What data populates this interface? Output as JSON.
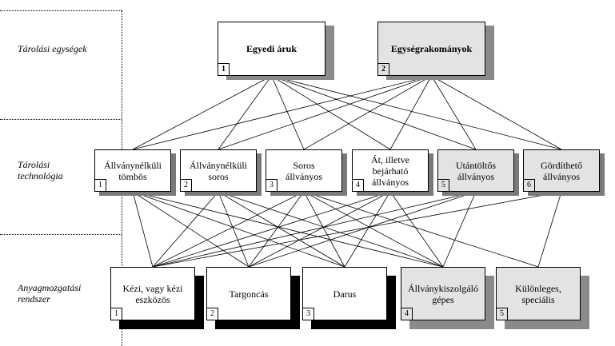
{
  "rows": {
    "top": "Tárolási egységek",
    "mid": "Tárolási\ntechnológia",
    "bottom": "Anyagmozgatási\nrendszer"
  },
  "units": [
    {
      "num": "1",
      "label": "Egyedi áruk",
      "gray": false
    },
    {
      "num": "2",
      "label": "Egységrakományok",
      "gray": true
    }
  ],
  "technologies": [
    {
      "num": "1",
      "label": "Állványnélküli\ntömbös",
      "gray": false
    },
    {
      "num": "2",
      "label": "Állványnélküli\nsoros",
      "gray": false
    },
    {
      "num": "3",
      "label": "Soros\nállványos",
      "gray": false
    },
    {
      "num": "4",
      "label": "Át, illetve\nbejárható\nállványos",
      "gray": false
    },
    {
      "num": "5",
      "label": "Utántöltős\nállványos",
      "gray": true
    },
    {
      "num": "6",
      "label": "Gördíthető\nállványos",
      "gray": true
    }
  ],
  "handling": [
    {
      "num": "1",
      "label": "Kézi, vagy kézi\neszközös",
      "gray": false
    },
    {
      "num": "2",
      "label": "Targoncás",
      "gray": false
    },
    {
      "num": "3",
      "label": "Darus",
      "gray": false
    },
    {
      "num": "4",
      "label": "Állványkiszolgáló\ngépes",
      "gray": true
    },
    {
      "num": "5",
      "label": "Különleges,\nspeciális",
      "gray": true
    }
  ],
  "unit_tech_links": [
    [
      0,
      0
    ],
    [
      0,
      1
    ],
    [
      0,
      2
    ],
    [
      0,
      3
    ],
    [
      0,
      4
    ],
    [
      0,
      5
    ],
    [
      1,
      0
    ],
    [
      1,
      1
    ],
    [
      1,
      2
    ],
    [
      1,
      3
    ],
    [
      1,
      4
    ],
    [
      1,
      5
    ]
  ],
  "tech_handling_links": [
    [
      0,
      0
    ],
    [
      0,
      1
    ],
    [
      0,
      2
    ],
    [
      0,
      3
    ],
    [
      1,
      0
    ],
    [
      1,
      1
    ],
    [
      1,
      2
    ],
    [
      1,
      3
    ],
    [
      2,
      0
    ],
    [
      2,
      1
    ],
    [
      2,
      2
    ],
    [
      2,
      3
    ],
    [
      2,
      4
    ],
    [
      3,
      0
    ],
    [
      3,
      1
    ],
    [
      3,
      2
    ],
    [
      3,
      3
    ],
    [
      4,
      0
    ],
    [
      4,
      1
    ],
    [
      4,
      3
    ],
    [
      5,
      0
    ],
    [
      5,
      4
    ]
  ]
}
